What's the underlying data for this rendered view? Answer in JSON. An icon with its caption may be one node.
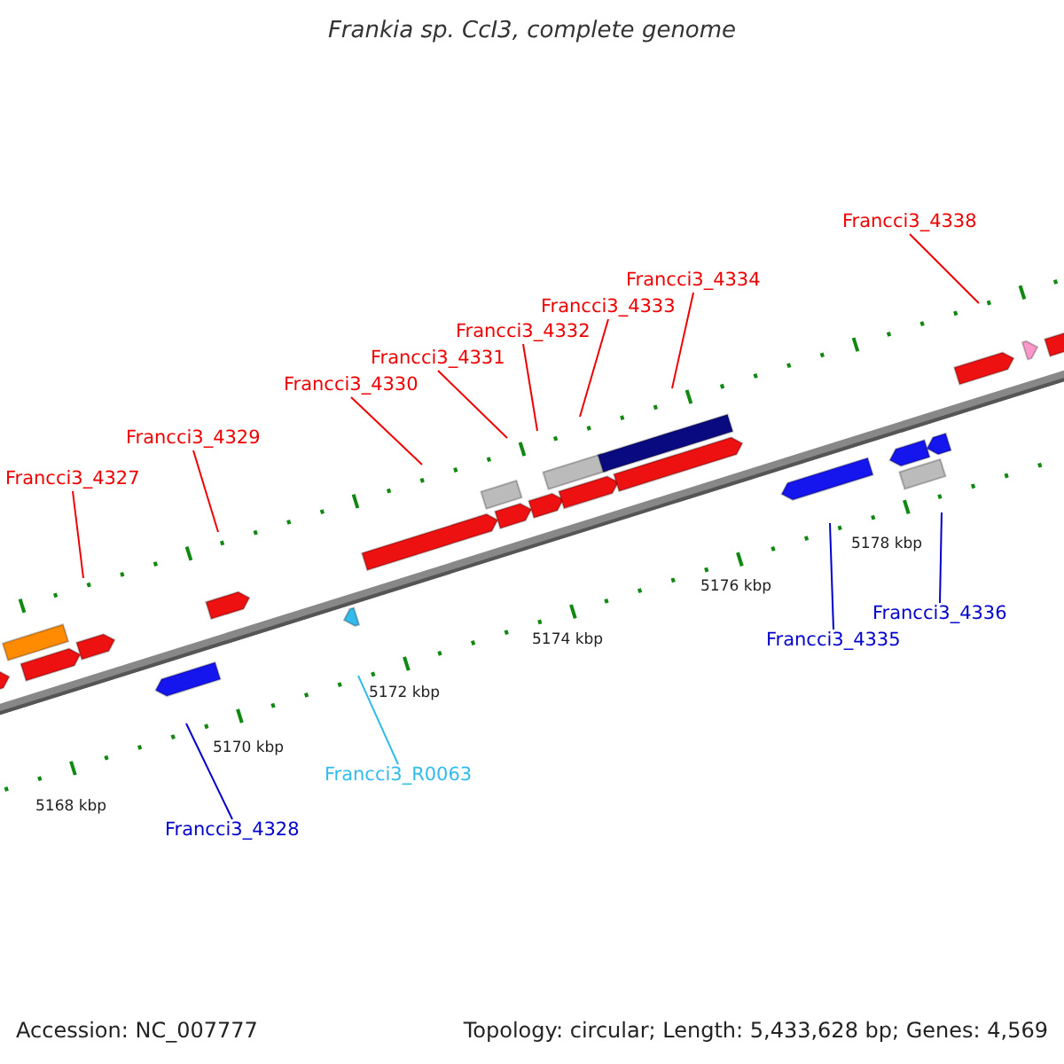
{
  "diagram": {
    "title": "Frankia sp. CcI3, complete genome",
    "nodes": [
      {
        "text": [
          "Francci3_4327"
        ]
      },
      {
        "text": [
          "Francci3_4329"
        ]
      },
      {
        "text": [
          "Francci3_4330"
        ]
      },
      {
        "text": [
          "Francci3_4331"
        ]
      },
      {
        "text": [
          "Francci3_4332"
        ]
      },
      {
        "text": [
          "Francci3_4333"
        ]
      },
      {
        "text": [
          "Francci3_4334"
        ]
      },
      {
        "text": [
          "Francci3_4338"
        ]
      },
      {
        "text": [
          "Francci3_4328"
        ]
      },
      {
        "text": [
          "Francci3_R0063"
        ]
      },
      {
        "text": [
          "Francci3_4335"
        ]
      },
      {
        "text": [
          "Francci3_4336"
        ]
      }
    ],
    "edges": [
      {
        "from": 0,
        "to": null,
        "arrow": "none"
      },
      {
        "from": 1,
        "to": null,
        "arrow": "none"
      },
      {
        "from": 2,
        "to": null,
        "arrow": "none"
      },
      {
        "from": 3,
        "to": null,
        "arrow": "none"
      },
      {
        "from": 4,
        "to": null,
        "arrow": "none"
      },
      {
        "from": 5,
        "to": null,
        "arrow": "none"
      },
      {
        "from": 6,
        "to": null,
        "arrow": "none"
      },
      {
        "from": 7,
        "to": null,
        "arrow": "none"
      },
      {
        "from": 8,
        "to": null,
        "arrow": "none",
        "color": "#0000cc"
      },
      {
        "from": 9,
        "to": null,
        "arrow": "none",
        "color": "#33bbee"
      },
      {
        "from": 10,
        "to": null,
        "arrow": "none",
        "color": "#0000cc"
      },
      {
        "from": 11,
        "to": null,
        "arrow": "none",
        "color": "#0000cc"
      }
    ],
    "labels": [
      "5168 kbp",
      "5170 kbp",
      "5172 kbp",
      "5174 kbp",
      "5176 kbp",
      "5178 kbp",
      "Accession: NC_007777",
      "Topology: circular; Length: 5,433,628 bp; Genes: 4,569"
    ]
  }
}
